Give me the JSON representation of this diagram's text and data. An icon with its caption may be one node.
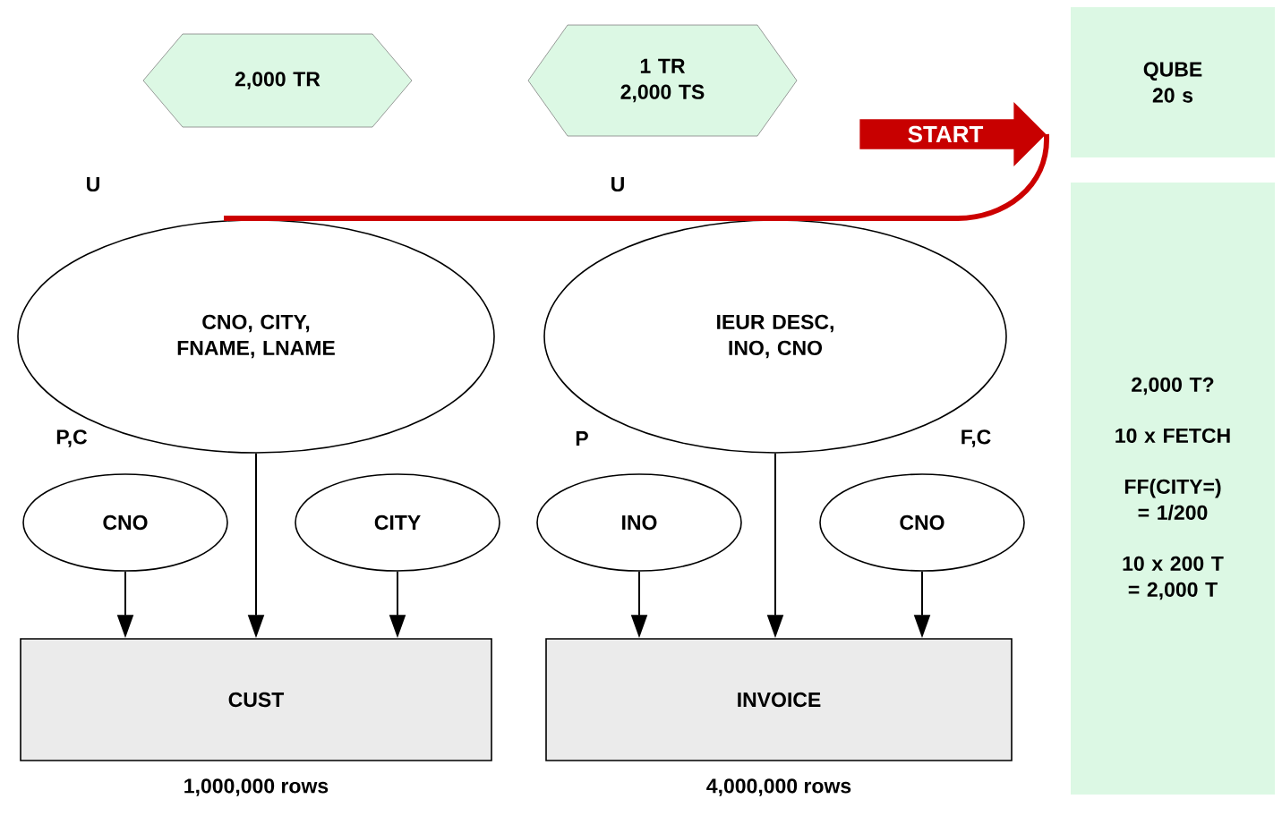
{
  "diagram": {
    "nodes": [
      {
        "text": [
          "2,000 TR"
        ]
      },
      {
        "text": [
          "1 TR 2,000 TS"
        ]
      },
      {
        "text": [
          "QUBE 20 s"
        ]
      },
      {
        "text": [
          "2,000 T?",
          "10 x FETCH",
          "FF(CITY=) = 1/200",
          "10 x 200 T = 2,000 T"
        ]
      },
      {
        "text": [
          "CNO, CITY, FNAME, LNAME"
        ],
        "beside": [
          "U"
        ]
      },
      {
        "text": [
          "IEUR DESC, INO, CNO"
        ],
        "beside": [
          "U"
        ]
      },
      {
        "text": [
          "CNO"
        ]
      },
      {
        "text": [
          "CITY"
        ]
      },
      {
        "text": [
          "INO"
        ]
      },
      {
        "text": [
          "CNO"
        ]
      },
      {
        "text": [
          "CUST"
        ],
        "beside": [
          "1,000,000 rows"
        ]
      },
      {
        "text": [
          "INVOICE"
        ],
        "beside": [
          "4,000,000 rows"
        ]
      },
      {
        "text": [
          "START"
        ]
      }
    ],
    "edges": [
      {
        "from": 12,
        "to": 4,
        "arrow": "none",
        "style": "thick",
        "color": "#cc0000"
      },
      {
        "from": 6,
        "to": 10,
        "arrow": "to"
      },
      {
        "from": 4,
        "to": 10,
        "arrow": "to"
      },
      {
        "from": 7,
        "to": 10,
        "arrow": "to"
      },
      {
        "from": 8,
        "to": 11,
        "arrow": "to"
      },
      {
        "from": 5,
        "to": 11,
        "arrow": "to"
      },
      {
        "from": 9,
        "to": 11,
        "arrow": "to"
      }
    ],
    "labels": [
      "P,C",
      "P",
      "F,C"
    ]
  }
}
